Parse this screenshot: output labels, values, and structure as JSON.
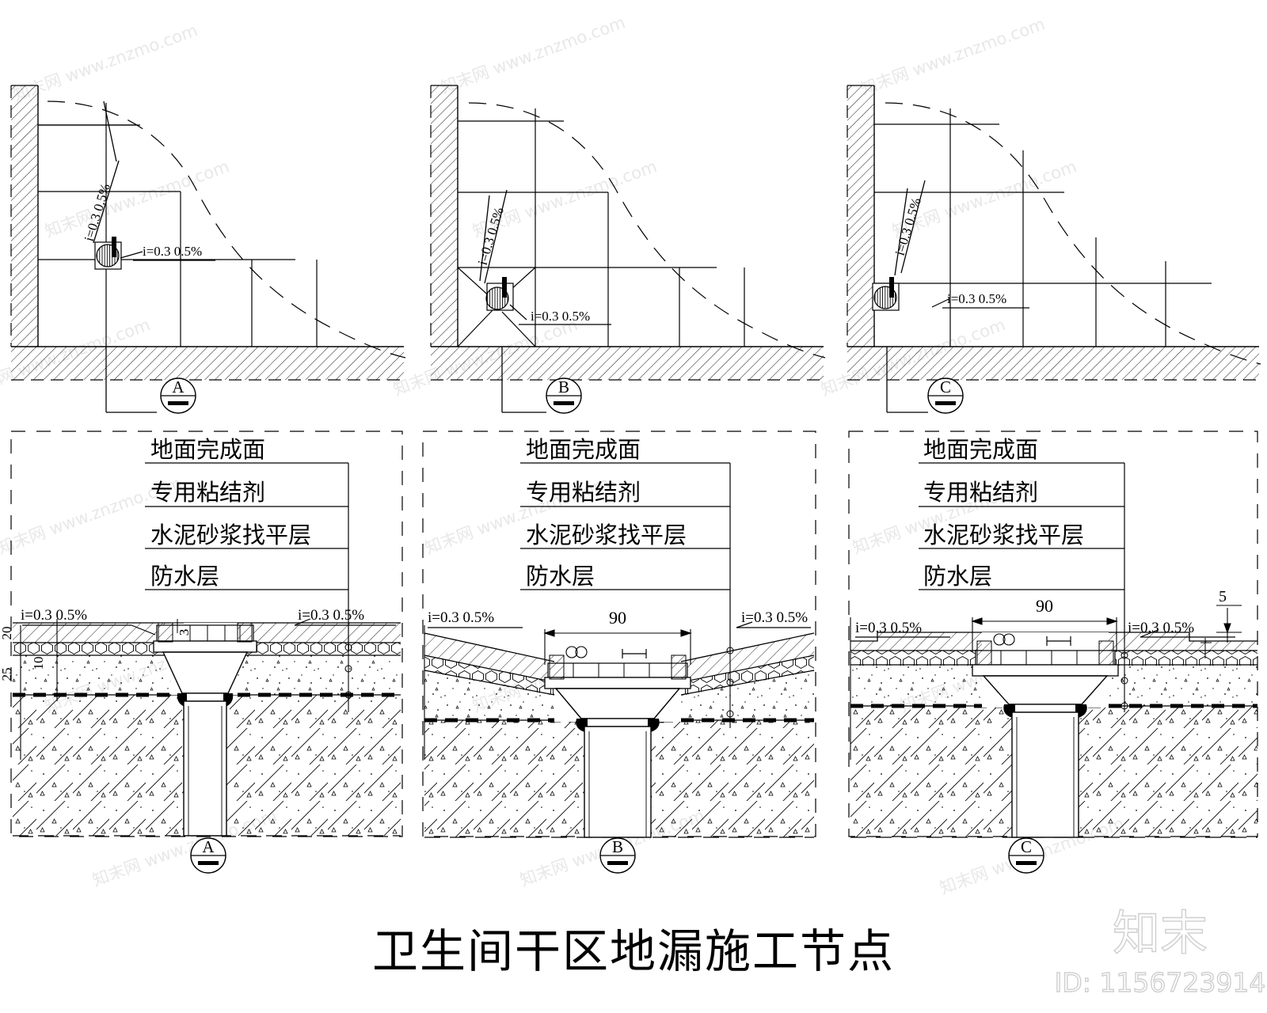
{
  "sheet": {
    "title": "卫生间干区地漏施工节点",
    "watermark_logo": "知末",
    "watermark_id": "ID: 1156723914",
    "watermark_site": "www.znzmo.com",
    "watermark_site_cn": "知末网"
  },
  "details": [
    {
      "key": "A",
      "plan_marker": "A",
      "section_marker": "A",
      "plan_slope_diagonal": "i=0.3 0.5%",
      "plan_slope_horizontal": "i=0.3 0.5%",
      "section_slope_left": "i=0.3  0.5%",
      "section_slope_right": "i=0.3  0.5%",
      "dim_left": [
        "20",
        "10",
        "25"
      ],
      "dim_top": "3",
      "layers": [
        "地面完成面",
        "专用粘结剂",
        "水泥砂浆找平层",
        "防水层"
      ]
    },
    {
      "key": "B",
      "plan_marker": "B",
      "section_marker": "B",
      "plan_slope_diagonal": "i=0.3 0.5%",
      "plan_slope_horizontal": "i=0.3 0.5%",
      "section_slope_left": "i=0.3  0.5%",
      "section_slope_right": "i=0.3  0.5%",
      "dim_width": "90",
      "layers": [
        "地面完成面",
        "专用粘结剂",
        "水泥砂浆找平层",
        "防水层"
      ]
    },
    {
      "key": "C",
      "plan_marker": "C",
      "section_marker": "C",
      "plan_slope_diagonal": "i=0.3 0.5%",
      "plan_slope_horizontal": "i=0.3 0.5%",
      "section_slope_left": "i=0.3  0.5%",
      "section_slope_right": "i=0.3  0.5%",
      "dim_width": "90",
      "dim_step": "5",
      "layers": [
        "地面完成面",
        "专用粘结剂",
        "水泥砂浆找平层",
        "防水层"
      ]
    }
  ],
  "colors": {
    "line": "#000000",
    "background": "#ffffff",
    "watermark": "#d9d9d9"
  }
}
